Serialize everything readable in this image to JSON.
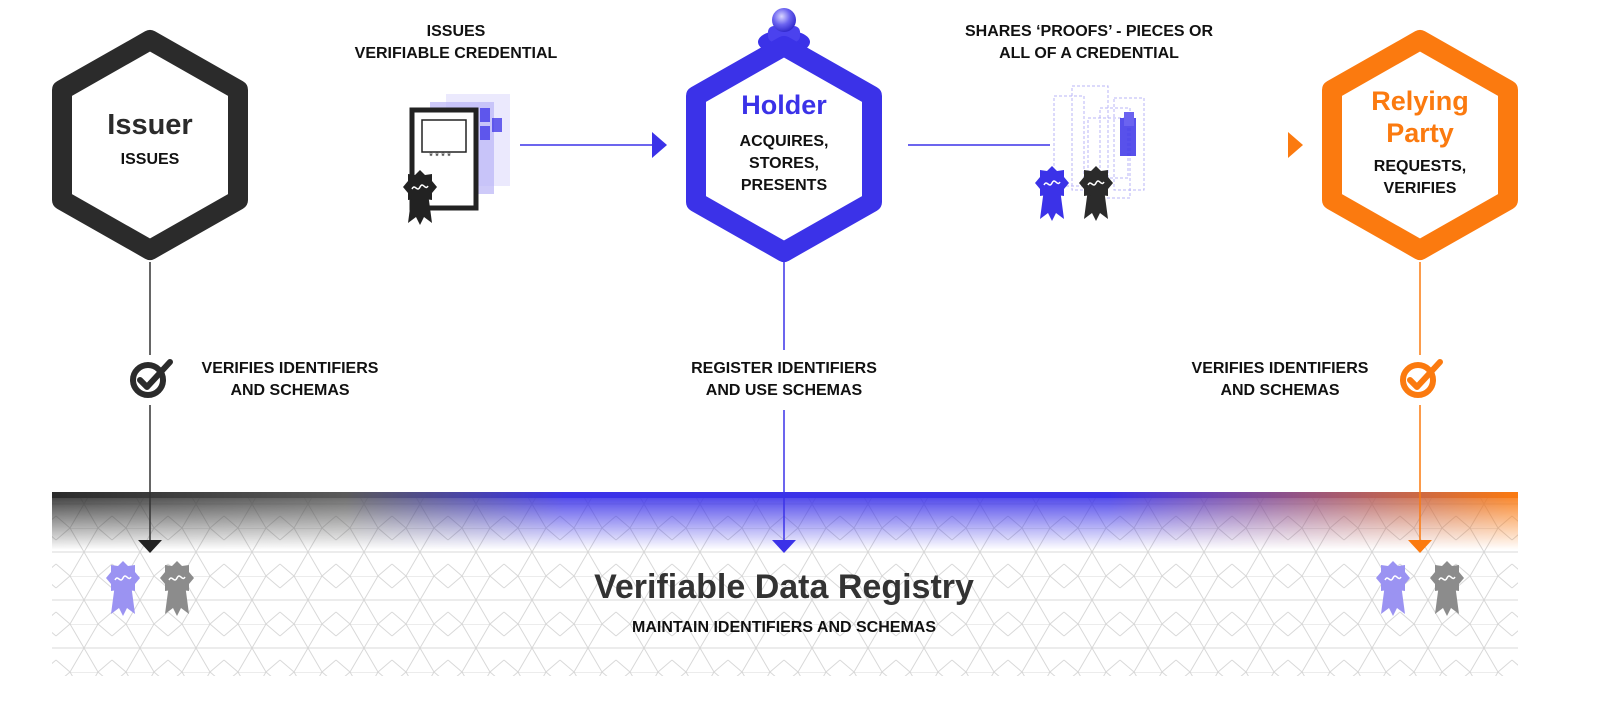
{
  "colors": {
    "issuer": "#2b2b2b",
    "holder": "#3b32e8",
    "relying": "#fb7a0f",
    "text": "#111111",
    "registry_title": "#333333",
    "pattern": "#dddddd",
    "badge_light": "#9b93f2",
    "badge_gray": "#8c8c8c"
  },
  "nodes": {
    "issuer": {
      "title": "Issuer",
      "lines": [
        "ISSUES"
      ]
    },
    "holder": {
      "title": "Holder",
      "lines": [
        "ACQUIRES,",
        "STORES,",
        "PRESENTS"
      ]
    },
    "relying": {
      "title_lines": [
        "Relying",
        "Party"
      ],
      "lines": [
        "REQUESTS,",
        "VERIFIES"
      ]
    }
  },
  "edges": {
    "issue": {
      "lines": [
        "ISSUES",
        "VERIFIABLE CREDENTIAL"
      ]
    },
    "share": {
      "lines": [
        "SHARES ‘PROOFS’ - PIECES OR",
        "ALL OF A CREDENTIAL"
      ]
    },
    "issuer_registry": {
      "lines": [
        "VERIFIES IDENTIFIERS",
        "AND SCHEMAS"
      ]
    },
    "holder_registry": {
      "lines": [
        "REGISTER IDENTIFIERS",
        "AND USE SCHEMAS"
      ]
    },
    "relying_registry": {
      "lines": [
        "VERIFIES IDENTIFIERS",
        "AND SCHEMAS"
      ]
    }
  },
  "registry": {
    "title": "Verifiable Data Registry",
    "subtitle": "MAINTAIN IDENTIFIERS AND SCHEMAS"
  },
  "icons": {
    "credential": "credential-certificate-icon",
    "proofs": "proof-pieces-icon",
    "check": "check-circle-icon",
    "badge": "award-ribbon-icon",
    "holder_knob": "holder-knob-icon"
  }
}
